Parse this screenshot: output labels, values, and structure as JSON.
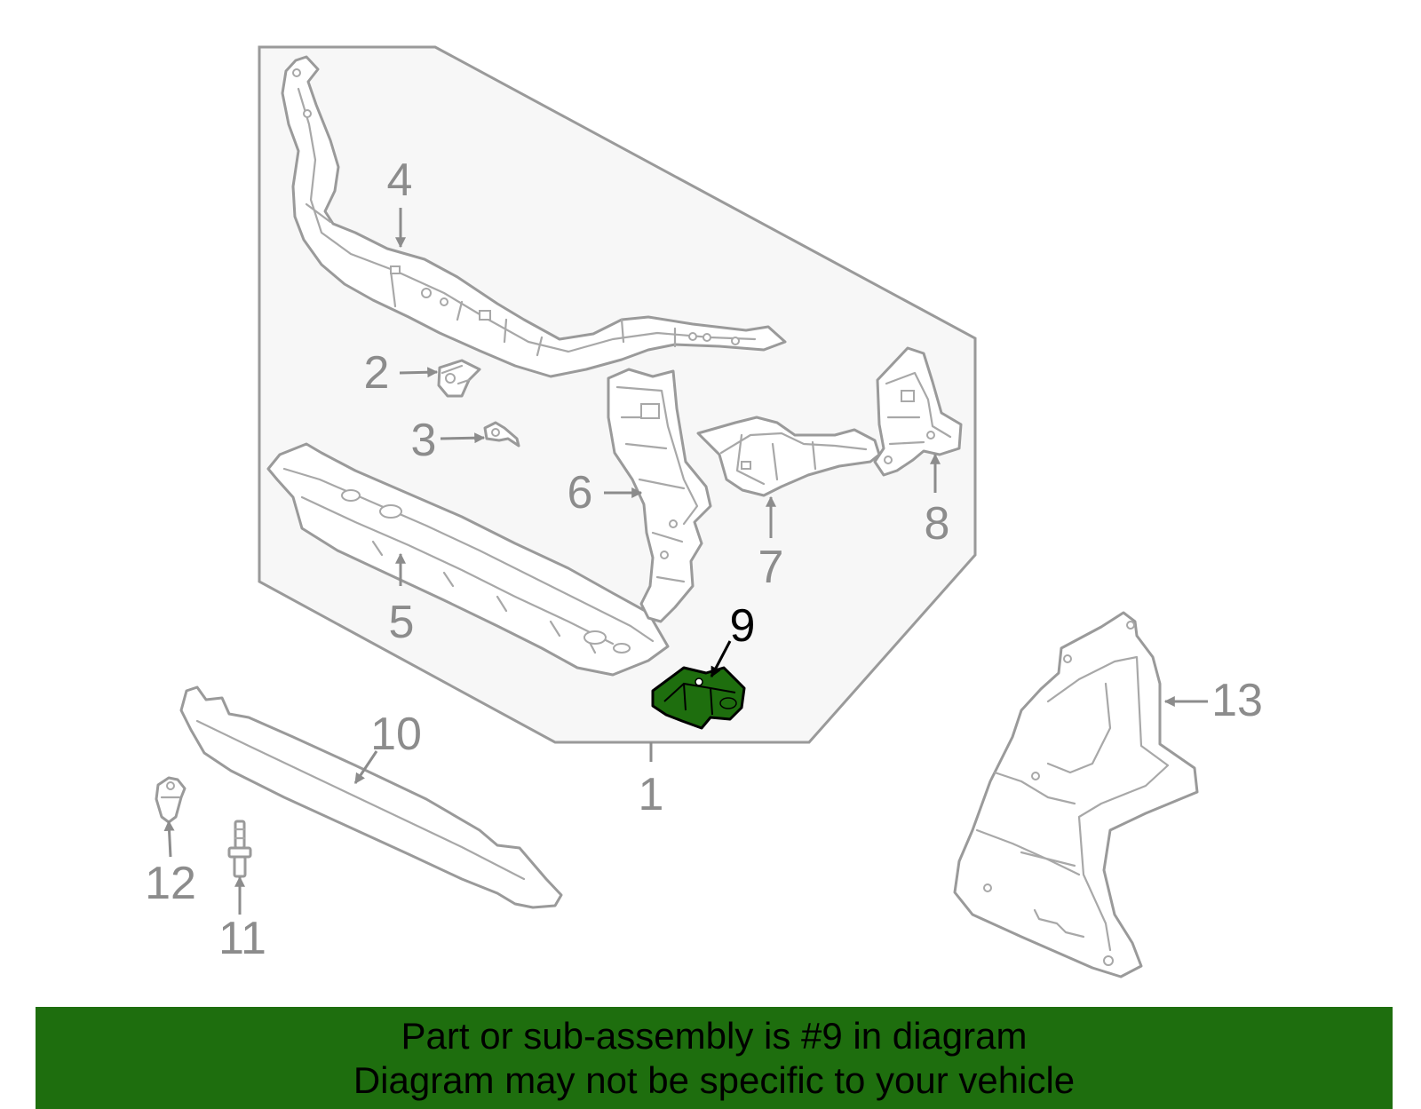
{
  "callouts": {
    "c1": "1",
    "c2": "2",
    "c3": "3",
    "c4": "4",
    "c5": "5",
    "c6": "6",
    "c7": "7",
    "c8": "8",
    "c9": "9",
    "c10": "10",
    "c11": "11",
    "c12": "12",
    "c13": "13"
  },
  "highlighted_part": "9",
  "banner": {
    "line1": "Part or sub-assembly is #9 in diagram",
    "line2": "Diagram may not be specific to your vehicle"
  },
  "colors": {
    "highlight": "#1e6e0e",
    "banner_background": "#1e6e0e",
    "linework": "#9a9a9a",
    "assembly_box_fill": "#f7f7f7"
  }
}
